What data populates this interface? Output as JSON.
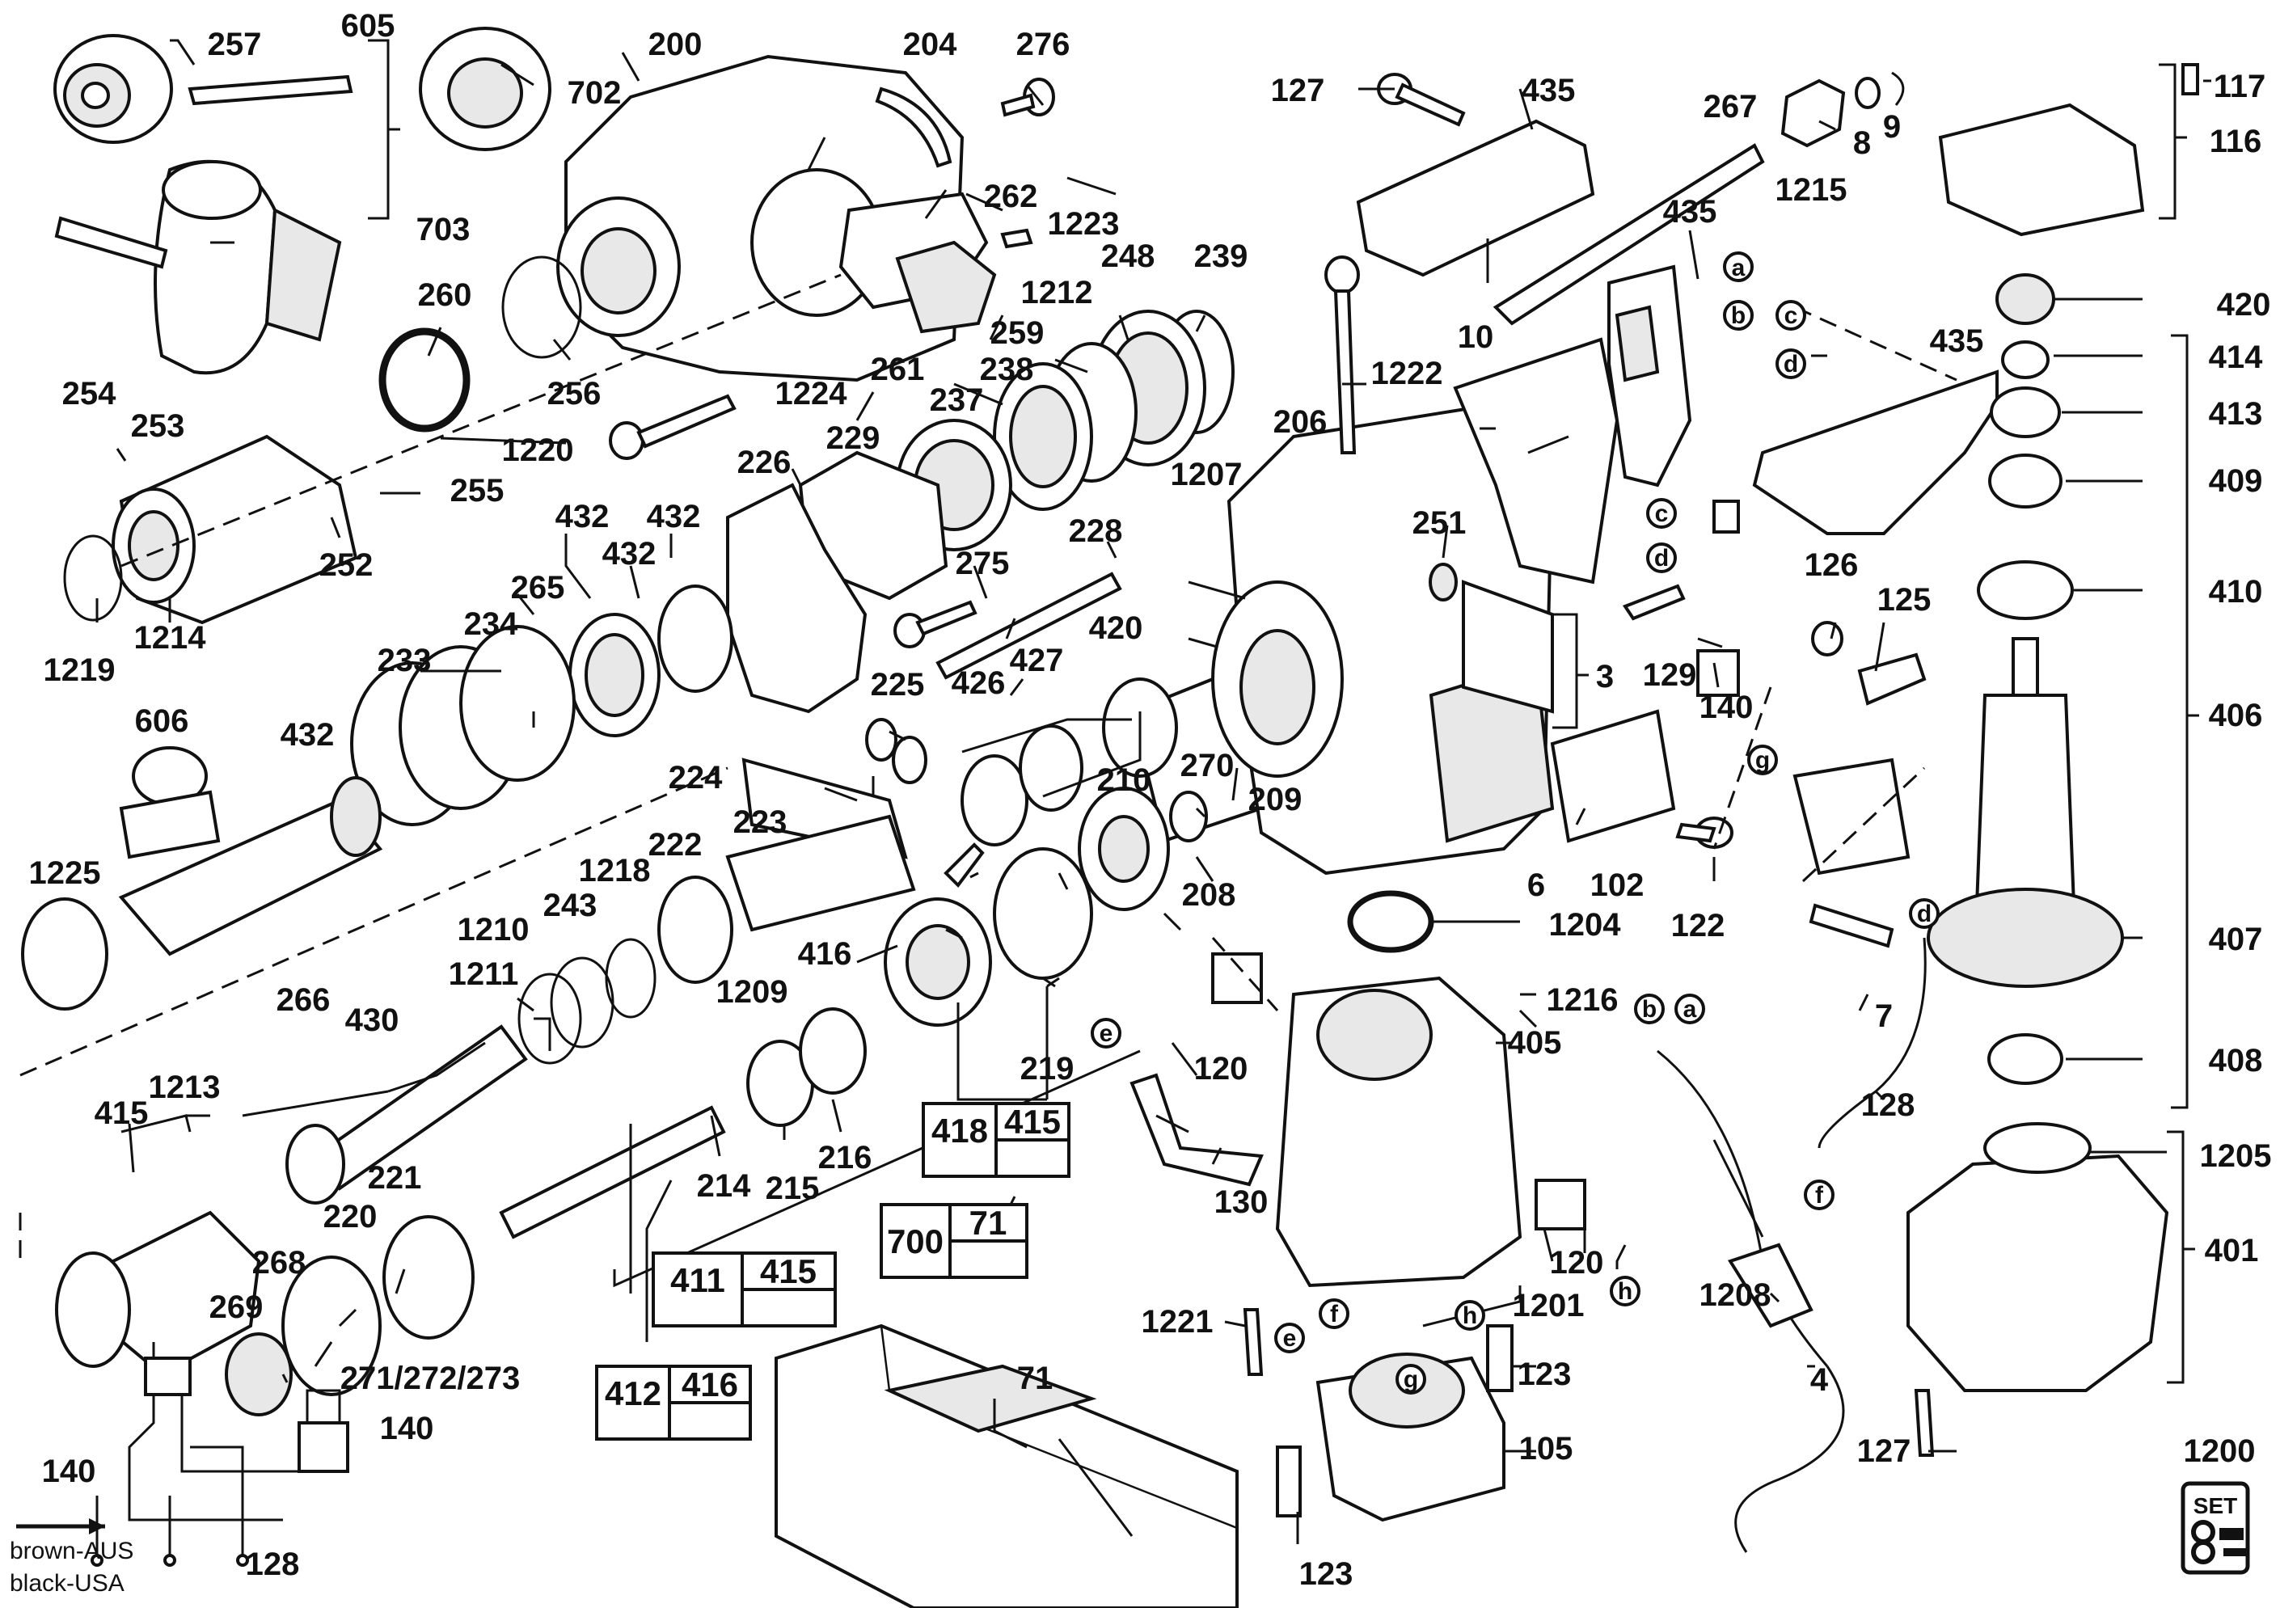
{
  "labels": {
    "l257": "257",
    "l605": "605",
    "l200": "200",
    "l702": "702",
    "l204": "204",
    "l276": "276",
    "l127a": "127",
    "l435a": "435",
    "l267": "267",
    "l8": "8",
    "l9": "9",
    "l1215": "1215",
    "l117": "117",
    "l116": "116",
    "l703": "703",
    "l262": "262",
    "l1223": "1223",
    "l435b": "435",
    "l420": "420",
    "l260": "260",
    "l1212": "1212",
    "l248": "248",
    "l239": "239",
    "l10": "10",
    "l254": "254",
    "l253": "253",
    "l256": "256",
    "l1224": "1224",
    "l261": "261",
    "l259": "259",
    "l238": "238",
    "l237": "237",
    "l1222": "1222",
    "l435c": "435",
    "l414": "414",
    "l206": "206",
    "l413": "413",
    "l1220": "1220",
    "l229": "229",
    "l255": "255",
    "l226": "226",
    "l1207": "1207",
    "l409": "409",
    "l432a": "432",
    "l432b": "432",
    "l432c": "432",
    "l251": "251",
    "l252": "252",
    "l228": "228",
    "l275": "275",
    "l126": "126",
    "l410": "410",
    "l265": "265",
    "l125": "125",
    "l420b": "420",
    "l1214": "1214",
    "l1219": "1219",
    "l233": "233",
    "l234": "234",
    "l3": "3",
    "l427": "427",
    "l426": "426",
    "l129": "129",
    "l140a": "140",
    "l225": "225",
    "l406": "406",
    "l606": "606",
    "l432d": "432",
    "l270": "270",
    "l224": "224",
    "l210": "210",
    "l209": "209",
    "l223": "223",
    "l222": "222",
    "l1218": "1218",
    "l208": "208",
    "l6": "6",
    "l102": "102",
    "l1225": "1225",
    "l122": "122",
    "l243": "243",
    "l1210": "1210",
    "l1204": "1204",
    "l407": "407",
    "l416a": "416",
    "l266": "266",
    "l1211": "1211",
    "l1209": "1209",
    "l1216": "1216",
    "l7": "7",
    "l430": "430",
    "l405": "405",
    "l408": "408",
    "l120a": "120",
    "l219": "219",
    "l128a": "128",
    "l1213": "1213",
    "l415a": "415",
    "l214": "214",
    "l215": "215",
    "l216": "216",
    "l130": "130",
    "l1205": "1205",
    "l221": "221",
    "l220": "220",
    "l71a": "71",
    "l700": "700",
    "l401": "401",
    "l268": "268",
    "l120b": "120",
    "l1208": "1208",
    "l1201": "1201",
    "l269": "269",
    "l1221": "1221",
    "l71b": "71",
    "l123a": "123",
    "l4": "4",
    "l140b": "140",
    "l140c": "140",
    "l105": "105",
    "l127b": "127",
    "l1200": "1200",
    "l128b": "128",
    "l123b": "123",
    "l271": "271/272/273"
  },
  "boxes": {
    "b418": "418",
    "b415a": "415",
    "b411": "411",
    "b415b": "415",
    "b412": "412",
    "b416": "416",
    "b700": "700",
    "b71": "71"
  },
  "connectors": [
    "a",
    "b",
    "c",
    "d",
    "e",
    "f",
    "g",
    "h"
  ],
  "notes": {
    "brown": "brown-AUS",
    "black": "black-USA"
  },
  "set_badge": "SET"
}
